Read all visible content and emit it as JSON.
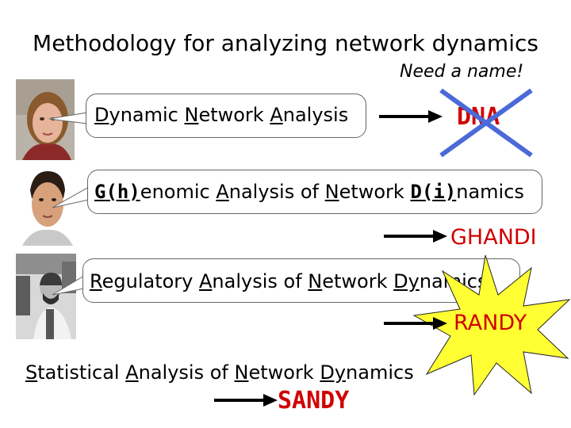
{
  "slide": {
    "title": "Methodology for analyzing network dynamics",
    "subtitle": "Need a name!"
  },
  "terms": [
    {
      "parts": [
        {
          "text": "D",
          "underline": true
        },
        {
          "text": "ynamic ",
          "underline": false
        },
        {
          "text": "N",
          "underline": true
        },
        {
          "text": "etwork ",
          "underline": false
        },
        {
          "text": "A",
          "underline": true
        },
        {
          "text": "nalysis",
          "underline": false
        }
      ],
      "acronym": "DNA",
      "crossed_out": true
    },
    {
      "parts": [
        {
          "text": "G(h)",
          "underline": true
        },
        {
          "text": "enomic ",
          "underline": false
        },
        {
          "text": "A",
          "underline": true
        },
        {
          "text": "nalysis of ",
          "underline": false
        },
        {
          "text": "N",
          "underline": true
        },
        {
          "text": "etwork ",
          "underline": false
        },
        {
          "text": "D(i)",
          "underline": true
        },
        {
          "text": "namics",
          "underline": false
        }
      ],
      "acronym": "GHANDI",
      "crossed_out": false
    },
    {
      "parts": [
        {
          "text": "R",
          "underline": true
        },
        {
          "text": "egulatory ",
          "underline": false
        },
        {
          "text": "A",
          "underline": true
        },
        {
          "text": "nalysis of ",
          "underline": false
        },
        {
          "text": "N",
          "underline": true
        },
        {
          "text": "etwork ",
          "underline": false
        },
        {
          "text": "Dy",
          "underline": true
        },
        {
          "text": "namics",
          "underline": false
        }
      ],
      "acronym": "RANDY",
      "crossed_out": false,
      "starburst": true
    },
    {
      "parts": [
        {
          "text": "S",
          "underline": true
        },
        {
          "text": "tatistical ",
          "underline": false
        },
        {
          "text": "A",
          "underline": true
        },
        {
          "text": "nalysis of ",
          "underline": false
        },
        {
          "text": "N",
          "underline": true
        },
        {
          "text": "etwork ",
          "underline": false
        },
        {
          "text": "Dy",
          "underline": true
        },
        {
          "text": "namics",
          "underline": false
        }
      ],
      "acronym": "SANDY",
      "crossed_out": false
    }
  ],
  "colors": {
    "acronym": "#d00000",
    "cross": "#4a6ad8",
    "starburst": "#ffff33",
    "arrow": "#000000"
  },
  "photos": [
    "portrait-woman",
    "portrait-man-young",
    "portrait-man-lab"
  ]
}
